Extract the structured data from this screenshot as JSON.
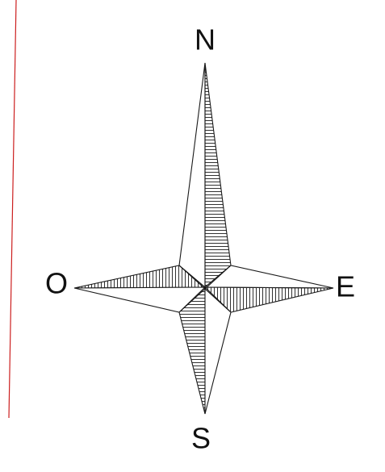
{
  "compass": {
    "north": "N",
    "south": "S",
    "east": "E",
    "west": "O"
  },
  "colors": {
    "ink": "#1a1a1a",
    "margin_line": "#cc1f1f",
    "background": "#ffffff"
  }
}
